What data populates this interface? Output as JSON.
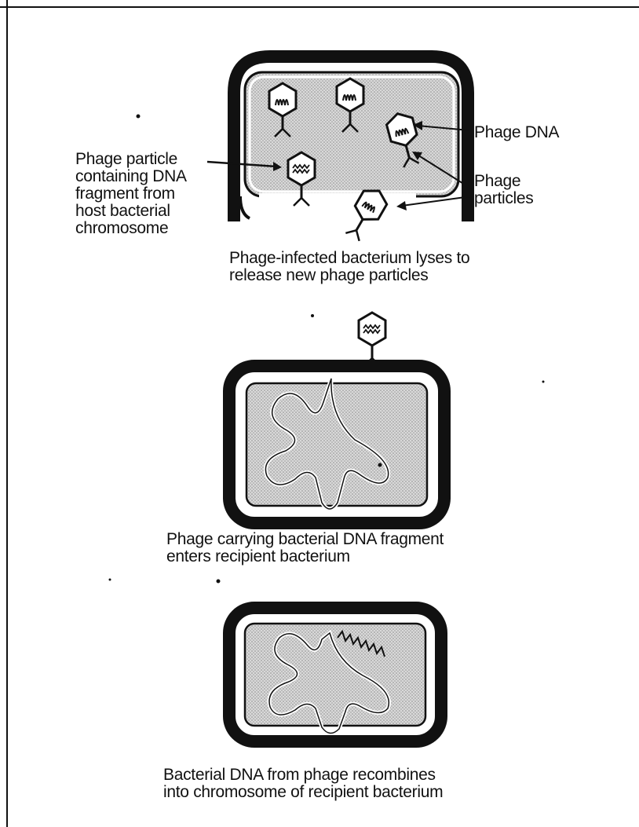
{
  "panel1": {
    "label_phage_dna": "Phage DNA",
    "label_phage_particles": [
      "Phage",
      "particles"
    ],
    "label_transducing_particle": [
      "Phage particle",
      "containing DNA",
      "fragment from",
      "host bacterial",
      "chromosome"
    ],
    "caption": [
      "Phage-infected bacterium lyses to",
      "release new phage particles"
    ]
  },
  "panel2": {
    "caption": [
      "Phage carrying bacterial DNA fragment",
      "enters recipient bacterium"
    ]
  },
  "panel3": {
    "caption": [
      "Bacterial DNA from phage recombines",
      "into chromosome of recipient bacterium"
    ]
  },
  "colors": {
    "ink": "#111111",
    "cytoplasm": "#cfcfcf",
    "paper": "#ffffff"
  },
  "icons": [
    "phage-icon",
    "bacterium-cell-icon",
    "chromosome-loop-icon"
  ]
}
